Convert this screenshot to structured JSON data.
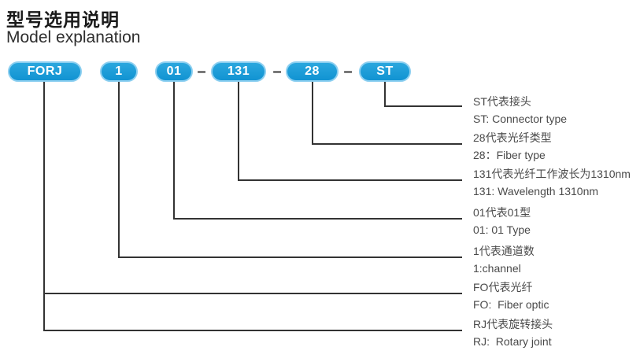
{
  "page": {
    "title_zh": "型号选用说明",
    "title_en": "Model explanation"
  },
  "model_code": {
    "separator": "–",
    "segments": [
      {
        "id": "forj",
        "label": "FORJ"
      },
      {
        "id": "channel",
        "label": "1"
      },
      {
        "id": "type",
        "label": "01"
      },
      {
        "id": "wavelength",
        "label": "131"
      },
      {
        "id": "fiber",
        "label": "28"
      },
      {
        "id": "connector",
        "label": "ST"
      }
    ]
  },
  "explanations": [
    {
      "id": "connector",
      "zh": "ST代表接头",
      "en": "ST: Connector type"
    },
    {
      "id": "fiber",
      "zh": "28代表光纤类型",
      "en": "28：Fiber type"
    },
    {
      "id": "wavelength",
      "zh": "131代表光纤工作波长为1310nm",
      "en": "131: Wavelength 1310nm"
    },
    {
      "id": "type",
      "zh": "01代表01型",
      "en": "01: 01 Type"
    },
    {
      "id": "channel",
      "zh": "1代表通道数",
      "en": "1:channel"
    },
    {
      "id": "fo",
      "zh": "FO代表光纤",
      "en": "FO:  Fiber optic"
    },
    {
      "id": "rj",
      "zh": "RJ代表旋转接头",
      "en": "RJ:  Rotary joint"
    }
  ],
  "colors": {
    "badge_fill": "#1598D5",
    "badge_fill_top": "#2BA7DE",
    "badge_border": "#8CCFF0",
    "badge_text": "#FFFFFF",
    "line": "#333333",
    "body_text": "#4A4A4A",
    "title_text": "#1A1A1A"
  }
}
